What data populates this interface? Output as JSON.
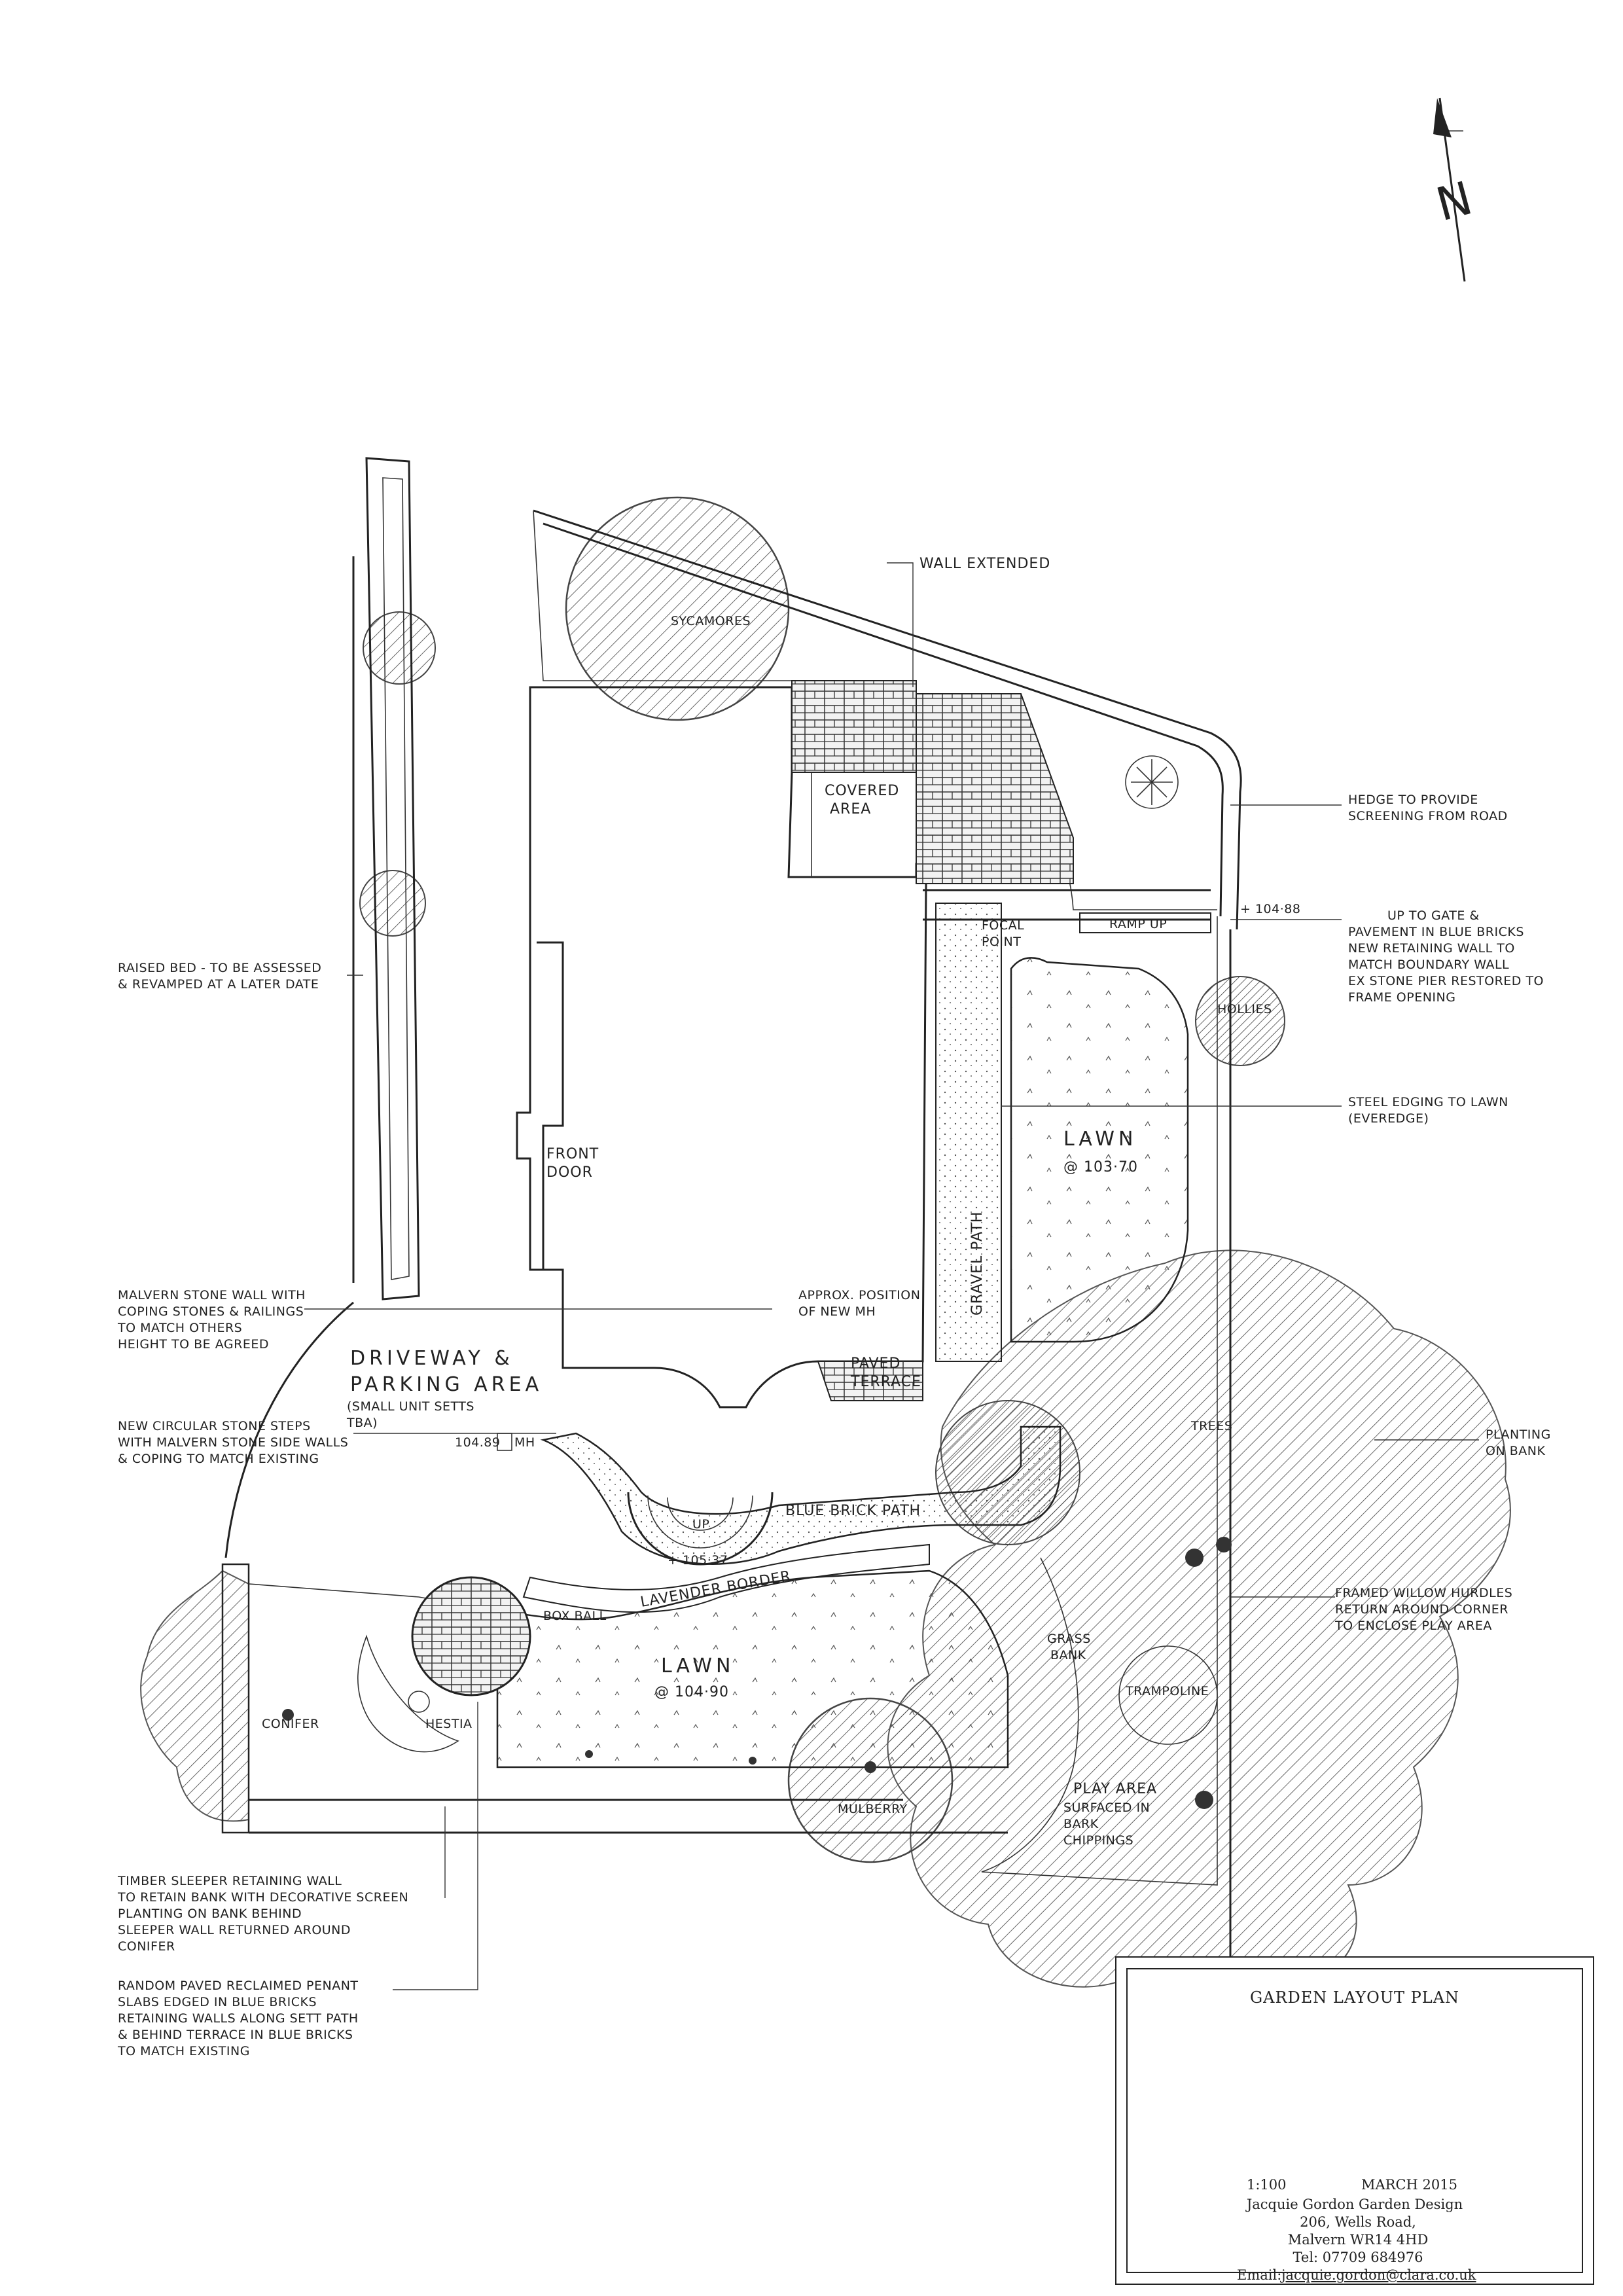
{
  "north": {
    "letter": "N",
    "icon": "north-arrow-icon"
  },
  "labels": {
    "wall_extended": "WALL EXTENDED",
    "sycamores": "SYCAMORES",
    "covered_area_1": "COVERED",
    "covered_area_2": "AREA",
    "front_door_1": "FRONT",
    "front_door_2": "DOOR",
    "focal_point_1": "FOCAL",
    "focal_point_2": "POINT",
    "ramp_up": "RAMP UP",
    "hollies": "HOLLIES",
    "lawn_upper": "LAWN",
    "lawn_upper_level": "@ 103·70",
    "gravel_path": "GRAVEL PATH",
    "approx_mh_1": "APPROX. POSITION",
    "approx_mh_2": "OF NEW MH",
    "paved_terrace_1": "PAVED",
    "paved_terrace_2": "TERRACE",
    "driveway_1": "DRIVEWAY &",
    "driveway_2": "PARKING AREA",
    "driveway_3": "(SMALL UNIT SETTS",
    "driveway_4": "TBA)",
    "level_104_89": "104.89",
    "mh_marker": "MH",
    "blue_brick_path": "BLUE BRICK PATH",
    "up_mark": "UP",
    "level_105_37": "+ 105·37",
    "lavender_border": "LAVENDER BORDER",
    "box_ball": "BOX BALL",
    "lawn_lower": "LAWN",
    "lawn_lower_level": "@ 104·90",
    "conifer": "CONIFER",
    "hestia": "HESTIA",
    "mulberry": "MULBERRY",
    "grass_bank_1": "GRASS",
    "grass_bank_2": "BANK",
    "trampoline": "TRAMPOLINE",
    "play_area_1": "PLAY AREA",
    "play_area_2": "SURFACED IN",
    "play_area_3": "BARK",
    "play_area_4": "CHIPPINGS",
    "trees": "TREES",
    "level_104_88": "+ 104·88"
  },
  "annotations": {
    "raised_bed": [
      "RAISED BED - TO BE ASSESSED",
      "& REVAMPED AT A LATER DATE"
    ],
    "hedge": [
      "HEDGE TO PROVIDE",
      "SCREENING FROM ROAD"
    ],
    "gate": [
      "UP TO GATE &",
      "PAVEMENT IN BLUE BRICKS",
      "NEW RETAINING WALL TO",
      "MATCH BOUNDARY WALL",
      "EX STONE PIER RESTORED TO",
      "FRAME OPENING"
    ],
    "steel_edging": [
      "STEEL EDGING TO LAWN",
      "(EVEREDGE)"
    ],
    "malvern_wall": [
      "MALVERN STONE WALL WITH",
      "COPING STONES & RAILINGS",
      "TO MATCH OTHERS",
      "HEIGHT TO BE AGREED"
    ],
    "circular_steps": [
      "NEW CIRCULAR STONE STEPS",
      "WITH MALVERN STONE SIDE WALLS",
      "& COPING TO MATCH EXISTING"
    ],
    "planting_bank": [
      "PLANTING",
      "ON BANK"
    ],
    "hurdles": [
      "FRAMED WILLOW HURDLES",
      "RETURN AROUND CORNER",
      "TO ENCLOSE PLAY AREA"
    ],
    "sleeper_wall": [
      "TIMBER SLEEPER RETAINING WALL",
      "TO RETAIN BANK WITH DECORATIVE SCREEN",
      "PLANTING ON BANK BEHIND",
      "SLEEPER WALL RETURNED AROUND",
      "CONIFER"
    ],
    "pennant": [
      "RANDOM PAVED RECLAIMED PENANT",
      "SLABS EDGED IN BLUE BRICKS",
      "RETAINING WALLS ALONG SETT PATH",
      "& BEHIND TERRACE IN BLUE BRICKS",
      "TO MATCH EXISTING"
    ]
  },
  "title_block": {
    "title": "GARDEN LAYOUT PLAN",
    "scale": "1:100",
    "date": "MARCH 2015",
    "company": "Jacquie Gordon Garden Design",
    "address1": "206, Wells Road,",
    "address2": "Malvern WR14 4HD",
    "tel": "Tel: 07709 684976",
    "email_label": "Email:",
    "email": "jacquie.gordon@clara.co.uk"
  }
}
